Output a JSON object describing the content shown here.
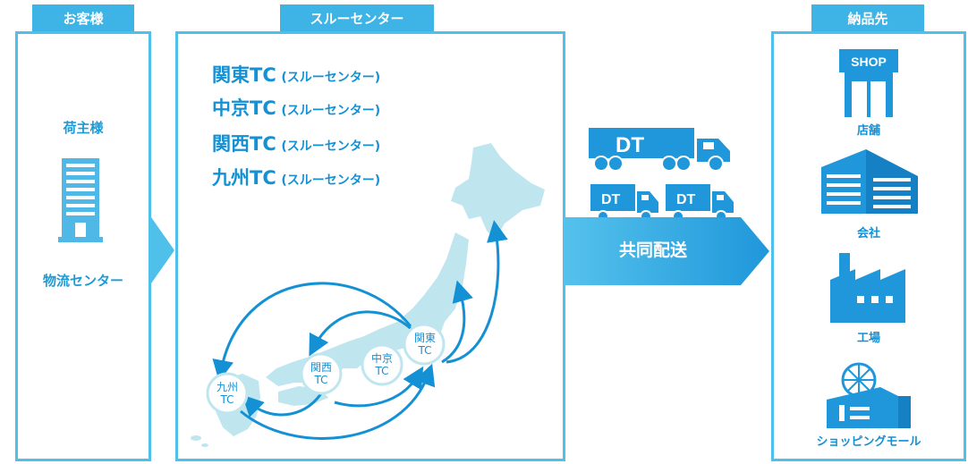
{
  "customer": {
    "tab": "お客様",
    "shipper": "荷主様",
    "logistics_center": "物流センター"
  },
  "through_center": {
    "tab": "スルーセンター",
    "lines": [
      {
        "name": "関東TC",
        "suffix": "(スルーセンター)"
      },
      {
        "name": "中京TC",
        "suffix": "(スルーセンター)"
      },
      {
        "name": "関西TC",
        "suffix": "(スルーセンター)"
      },
      {
        "name": "九州TC",
        "suffix": "(スルーセンター)"
      }
    ],
    "map_nodes": {
      "kanto": [
        "関東",
        "TC"
      ],
      "chukyo": [
        "中京",
        "TC"
      ],
      "kansai": [
        "関西",
        "TC"
      ],
      "kyushu": [
        "九州",
        "TC"
      ]
    }
  },
  "joint_delivery": "共同配送",
  "destination": {
    "tab": "納品先",
    "shop_sign": "SHOP",
    "items": [
      "店舗",
      "会社",
      "工場",
      "ショッピングモール"
    ]
  },
  "colors": {
    "accent": "#3db3e6",
    "dark_accent": "#1490d4",
    "map_land": "#bfe6ef",
    "border": "#4fc0ea"
  }
}
